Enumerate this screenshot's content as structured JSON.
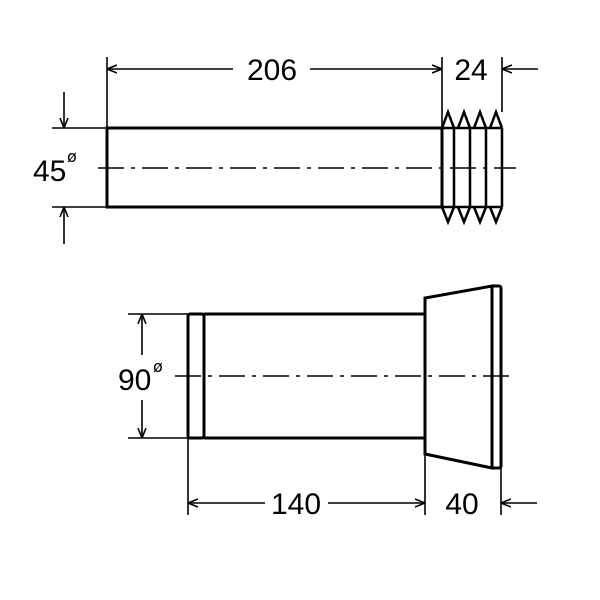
{
  "top_pipe": {
    "length_dim": "206",
    "socket_dim": "24",
    "diameter_value": "45",
    "diameter_symbol": "ø"
  },
  "bottom_pipe": {
    "length_dim": "140",
    "socket_dim": "40",
    "diameter_value": "90",
    "diameter_symbol": "ø"
  }
}
